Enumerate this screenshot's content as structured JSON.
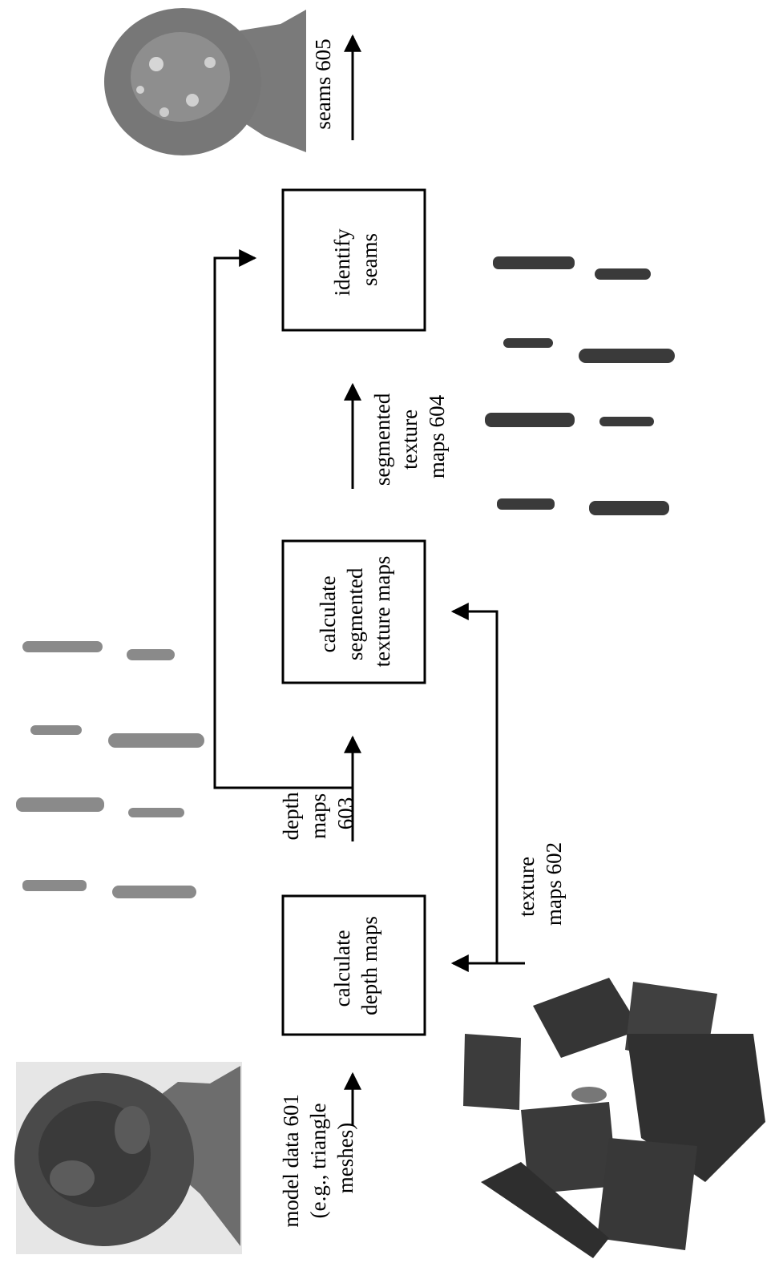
{
  "diagram": {
    "boxes": {
      "depth": [
        "calculate",
        "depth maps"
      ],
      "segment": [
        "calculate",
        "segmented",
        "texture maps"
      ],
      "seams": [
        "identify",
        "seams"
      ]
    },
    "labels": {
      "model_data": [
        "model data 601",
        "(e.g., triangle",
        "meshes)"
      ],
      "depth_maps": [
        "depth",
        "maps",
        "603"
      ],
      "texture_maps": [
        "texture",
        "maps 602"
      ],
      "segmented_maps": [
        "segmented",
        "texture",
        "maps 604"
      ],
      "seams": [
        "seams 605"
      ]
    }
  }
}
